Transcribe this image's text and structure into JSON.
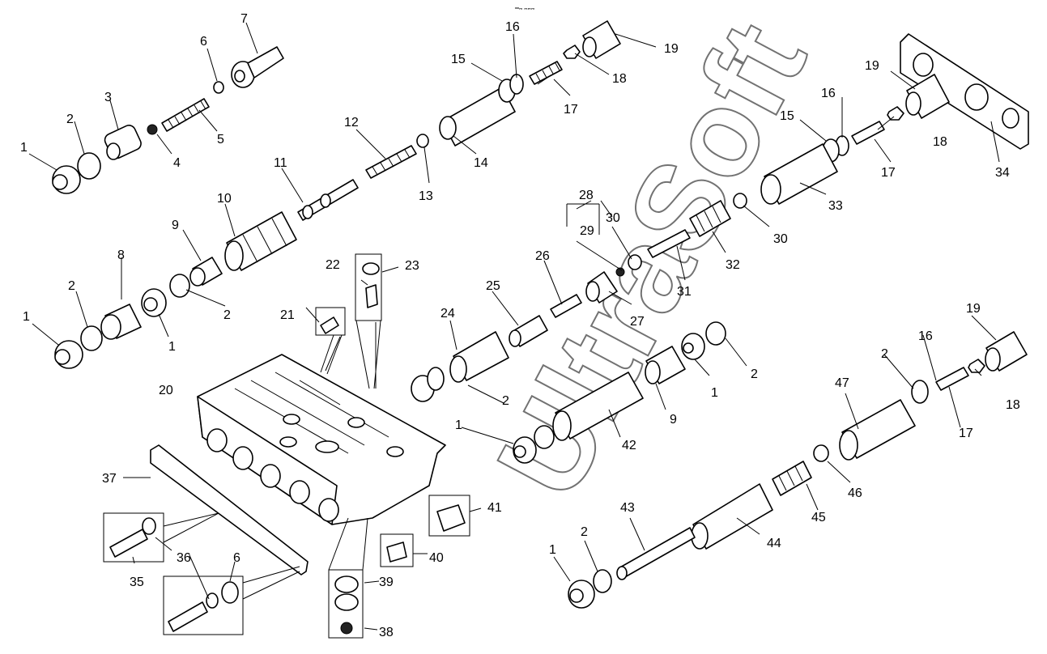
{
  "header_mark": "═ₘ ₘₘₘ",
  "watermark": "UltraSoft",
  "labels": {
    "l1a": "1",
    "l2a": "2",
    "l3": "3",
    "l4": "4",
    "l5": "5",
    "l6a": "6",
    "l7": "7",
    "l8": "8",
    "l1b": "1",
    "l2b": "2",
    "l1c": "1",
    "l2c": "2",
    "l9a": "9",
    "l10": "10",
    "l11": "11",
    "l12": "12",
    "l13": "13",
    "l14": "14",
    "l15a": "15",
    "l16a": "16",
    "l17a": "17",
    "l18a": "18",
    "l19a": "19",
    "l19b": "19",
    "l16b": "16",
    "l15b": "15",
    "l18b": "18",
    "l17b": "17",
    "l34": "34",
    "l33": "33",
    "l28": "28",
    "l29": "29",
    "l30a": "30",
    "l30b": "30",
    "l31": "31",
    "l32": "32",
    "l26": "26",
    "l27": "27",
    "l25": "25",
    "l24": "24",
    "l22": "22",
    "l23": "23",
    "l21": "21",
    "l20": "20",
    "l2d": "2",
    "l1d": "1",
    "l42": "42",
    "l9b": "9",
    "l1e": "1",
    "l2e": "2",
    "l19c": "19",
    "l16c": "16",
    "l2f": "2",
    "l47": "47",
    "l18c": "18",
    "l17c": "17",
    "l46": "46",
    "l45": "45",
    "l44": "44",
    "l43": "43",
    "l2g": "2",
    "l1f": "1",
    "l37": "37",
    "l41": "41",
    "l40": "40",
    "l39": "39",
    "l38": "38",
    "l35": "35",
    "l36": "36",
    "l6b": "6"
  }
}
